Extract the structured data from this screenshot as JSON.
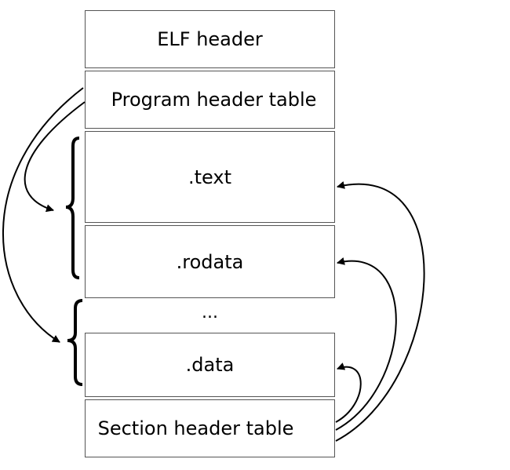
{
  "diagram": {
    "elf_header": "ELF header",
    "program_header_table": "Program header table",
    "text": ".text",
    "rodata": ".rodata",
    "ellipsis": "...",
    "data": ".data",
    "section_header_table": "Section header table"
  }
}
